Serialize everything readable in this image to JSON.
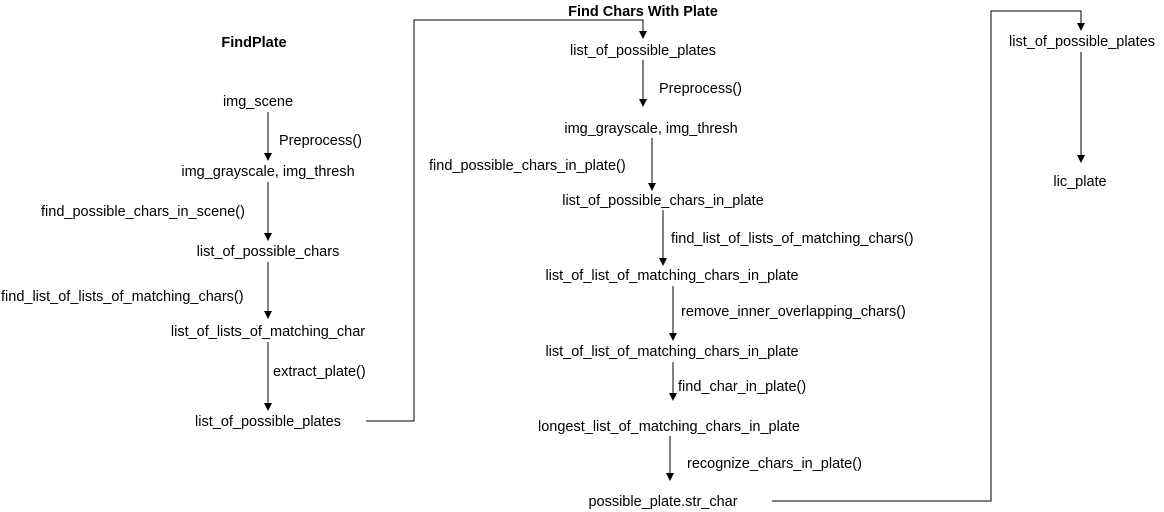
{
  "titles": {
    "find_plate": "FindPlate",
    "find_chars": "Find Chars With Plate"
  },
  "col1": {
    "nodes": [
      "img_scene",
      "img_grayscale, img_thresh",
      "list_of_possible_chars",
      "list_of_lists_of_matching_char",
      "list_of_possible_plates"
    ],
    "edges": [
      "Preprocess()",
      "find_possible_chars_in_scene()",
      "find_list_of_lists_of_matching_chars()",
      "extract_plate()"
    ]
  },
  "col2": {
    "nodes": [
      "list_of_possible_plates",
      "img_grayscale, img_thresh",
      "list_of_possible_chars_in_plate",
      "list_of_list_of_matching_chars_in_plate",
      "list_of_list_of_matching_chars_in_plate",
      "longest_list_of_matching_chars_in_plate",
      "possible_plate.str_char"
    ],
    "edges": [
      "Preprocess()",
      "find_possible_chars_in_plate()",
      "find_list_of_lists_of_matching_chars()",
      "remove_inner_overlapping_chars()",
      "find_char_in_plate()",
      "recognize_chars_in_plate()"
    ]
  },
  "col3": {
    "nodes": [
      "list_of_possible_plates",
      "lic_plate"
    ]
  },
  "colors": {
    "line": "#000000",
    "text": "#000000",
    "background": "#ffffff"
  }
}
